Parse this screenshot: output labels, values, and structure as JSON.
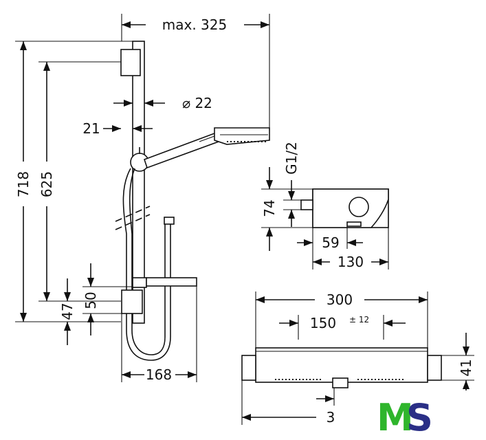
{
  "dimensions": {
    "max_reach": "max. 325",
    "diameter": "⌀ 22",
    "rail_offset": "21",
    "height_total": "718",
    "height_625": "625",
    "thermostat_height": "74",
    "thread": "G1/2",
    "dim_59": "59",
    "dim_130": "130",
    "dim_50": "50",
    "dim_47": "47",
    "dim_168": "168",
    "width_300": "300",
    "spacing_150": "150",
    "spacing_tolerance": "± 12",
    "dim_41": "41",
    "dim_3": "3"
  },
  "logo": {
    "letters": "MS",
    "color_m": "#2fb52c",
    "color_s": "#2a2f86"
  }
}
